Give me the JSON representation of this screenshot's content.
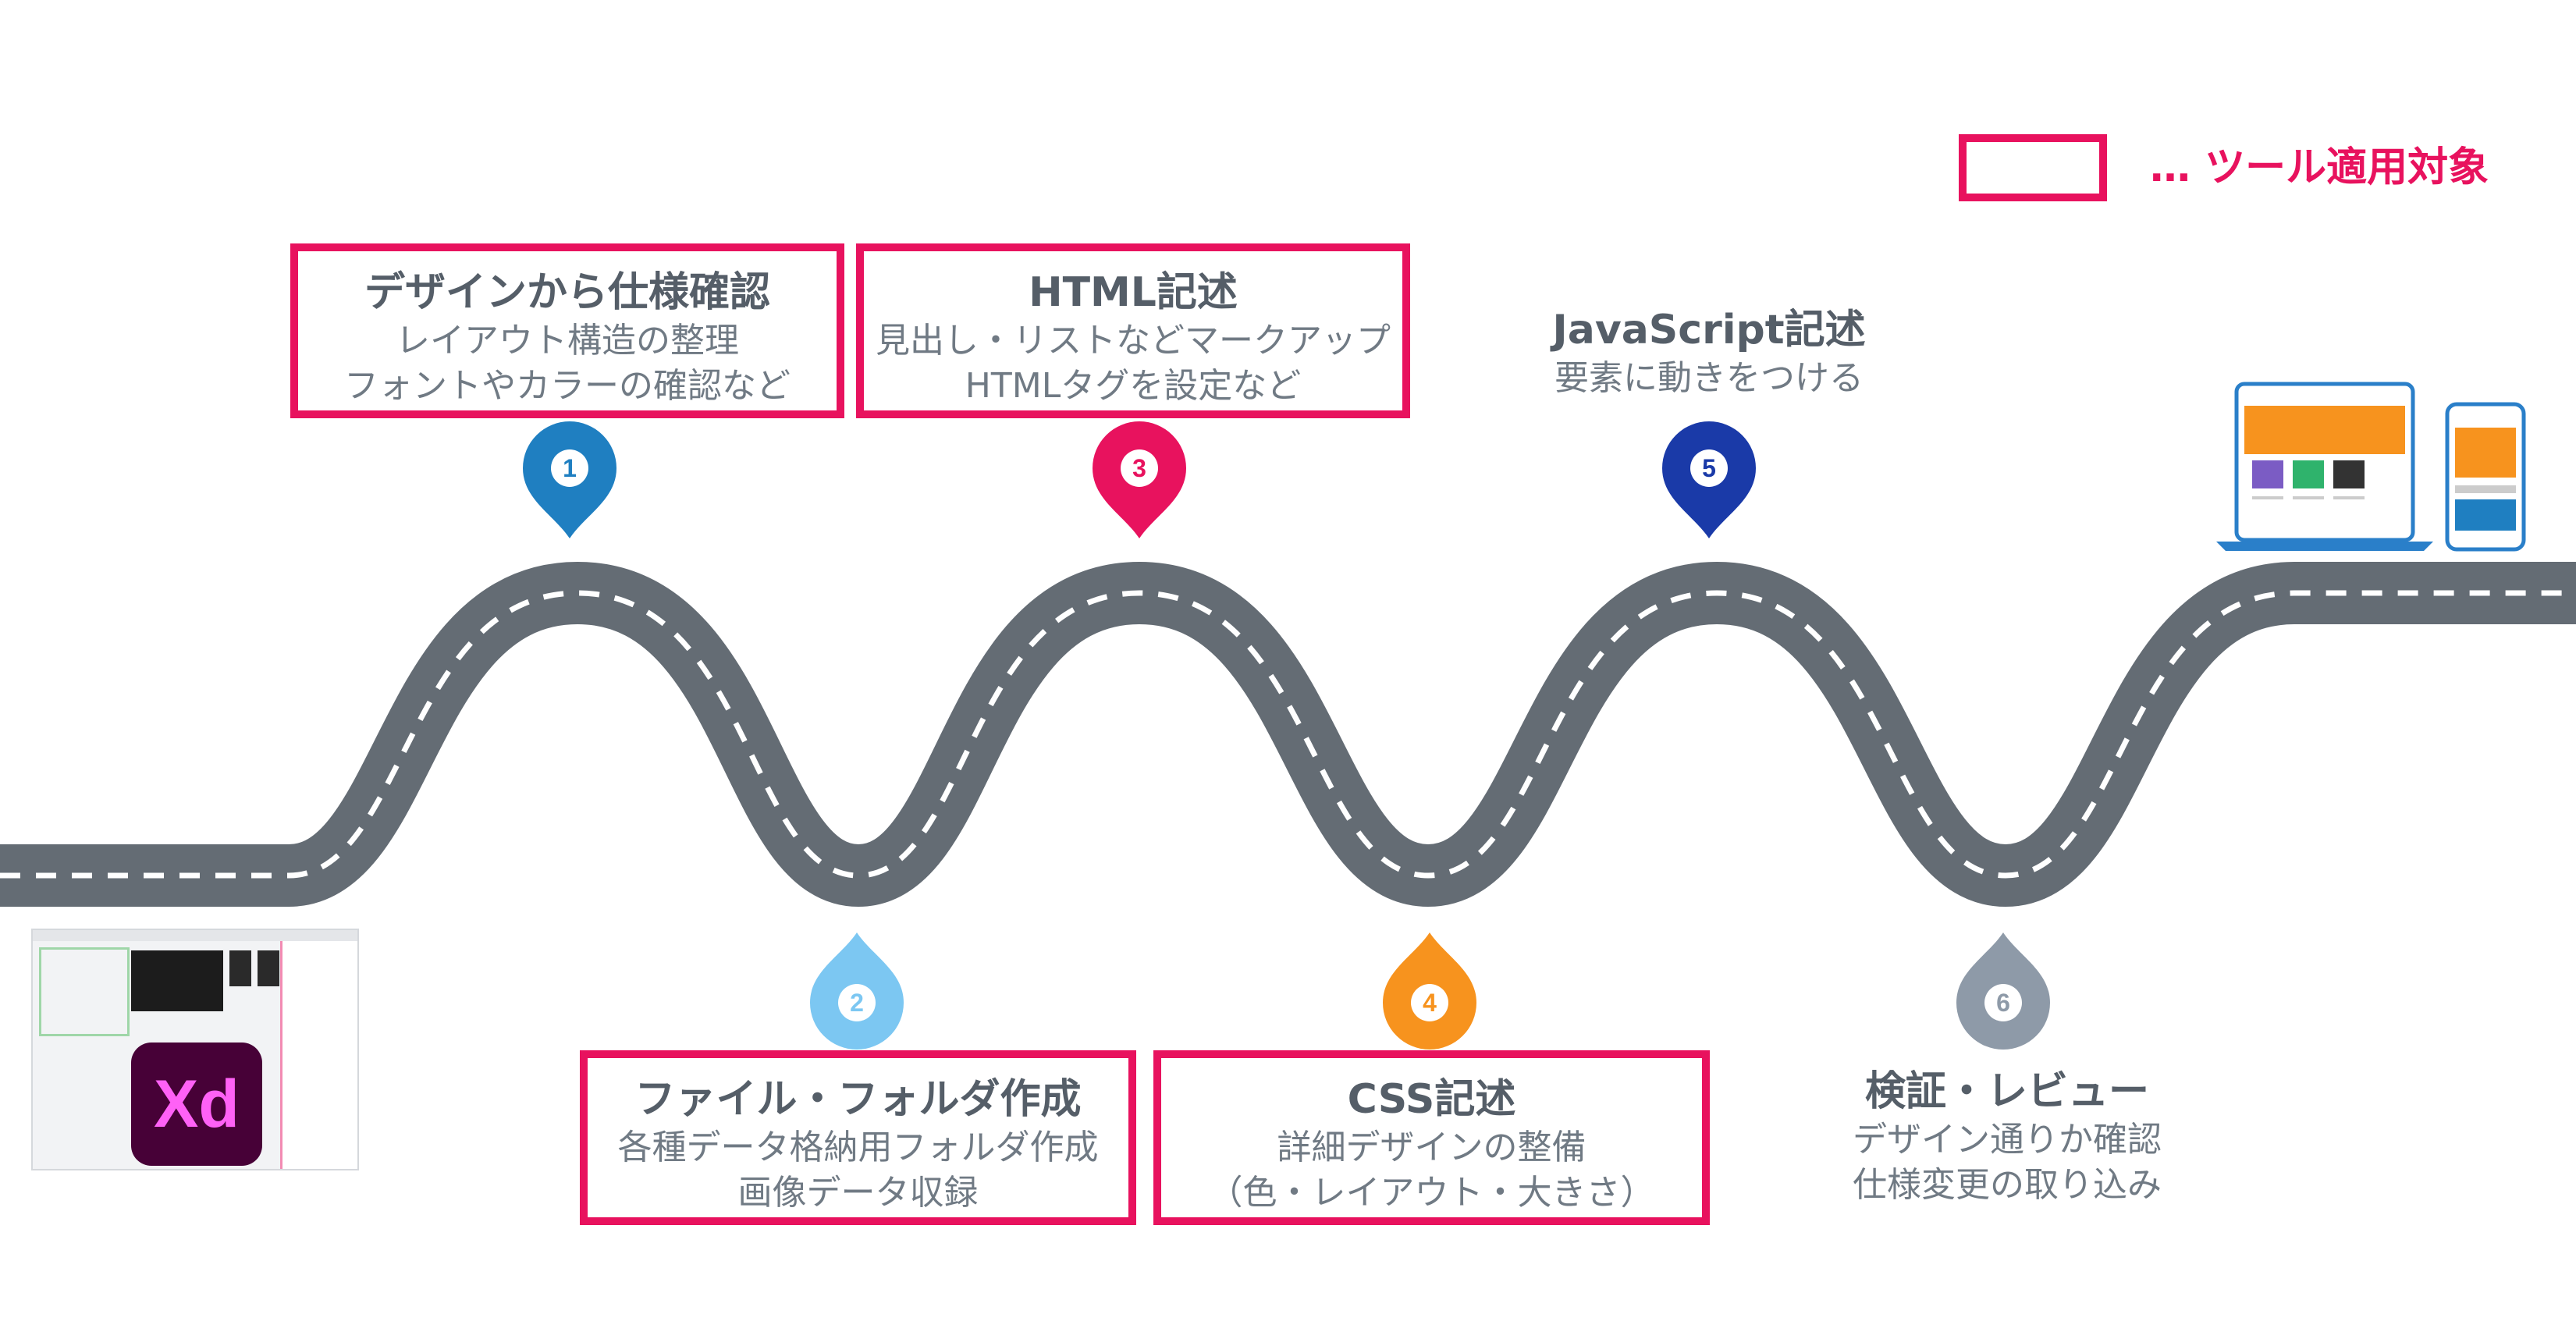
{
  "legend": {
    "text": "… ツール適用対象"
  },
  "steps": [
    {
      "num": "1",
      "title": "デザインから仕様確認",
      "sub1": "レイアウト構造の整理",
      "sub2": "フォントやカラーの確認など",
      "color": "#1f7fc1",
      "tool": true
    },
    {
      "num": "2",
      "title": "ファイル・フォルダ作成",
      "sub1": "各種データ格納用フォルダ作成",
      "sub2": "画像データ収録",
      "color": "#7cc7f2",
      "tool": true
    },
    {
      "num": "3",
      "title": "HTML記述",
      "sub1": "見出し・リストなどマークアップ",
      "sub2": "HTMLタグを設定など",
      "color": "#e8125e",
      "tool": true
    },
    {
      "num": "4",
      "title": "CSS記述",
      "sub1": "詳細デザインの整備",
      "sub2": "（色・レイアウト・大きさ）",
      "color": "#f7931e",
      "tool": true
    },
    {
      "num": "5",
      "title": "JavaScript記述",
      "sub1": "要素に動きをつける",
      "sub2": "",
      "color": "#1a3aa8",
      "tool": false
    },
    {
      "num": "6",
      "title": "検証・レビュー",
      "sub1": "デザイン通りか確認",
      "sub2": "仕様変更の取り込み",
      "color": "#8e9aa8",
      "tool": false
    }
  ],
  "xd": {
    "logo": "Xd"
  },
  "colors": {
    "road": "#646c74",
    "accent": "#e8125e"
  }
}
